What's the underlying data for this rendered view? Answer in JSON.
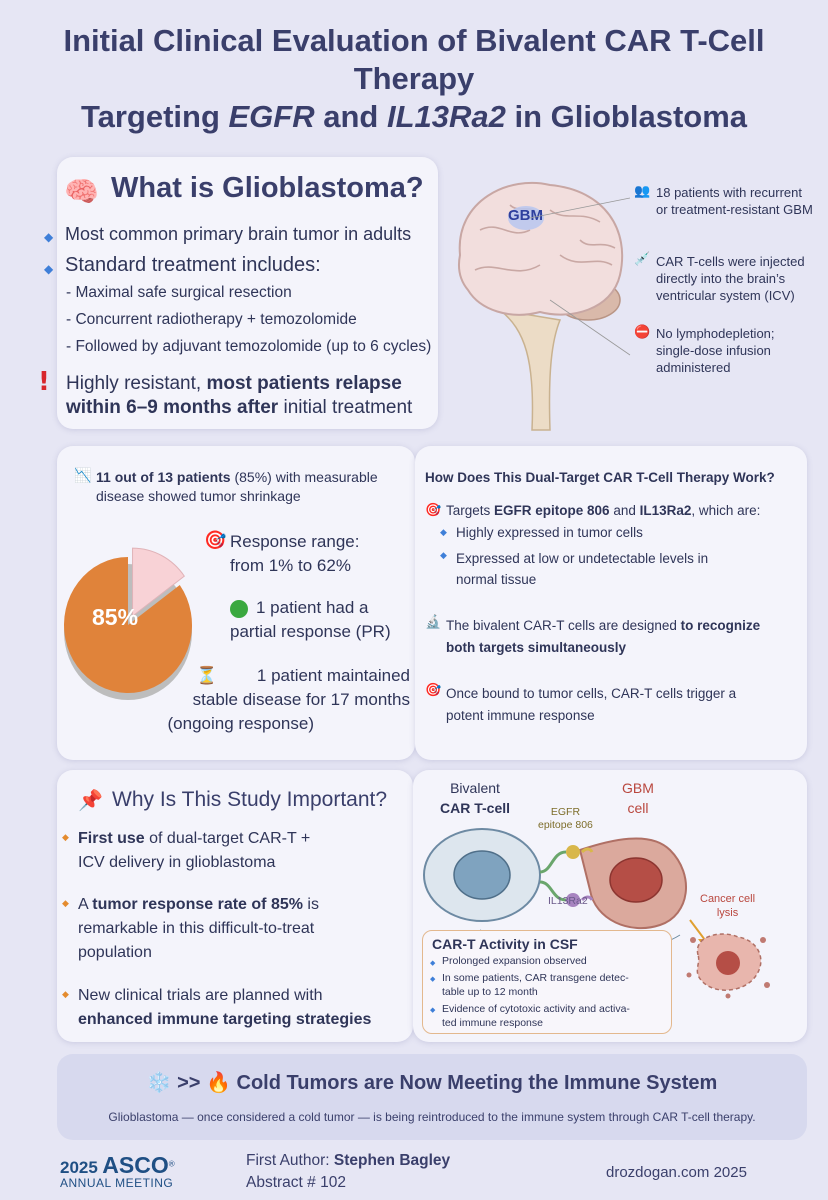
{
  "title": {
    "line1": "Initial Clinical Evaluation of Bivalent CAR T-Cell Therapy",
    "line2_pre": "Targeting ",
    "line2_egfr": "EGFR",
    "line2_and": " and ",
    "line2_il": "IL13Ra2",
    "line2_post": " in Glioblastoma"
  },
  "what": {
    "heading": "What is Glioblastoma?",
    "b1": "Most common primary brain tumor in adults",
    "b2": "Standard treatment includes:",
    "s1": "-  Maximal safe surgical resection",
    "s2": "-  Concurrent radiotherapy + temozolomide",
    "s3": "-  Followed by adjuvant temozolomide (up to 6 cycles)",
    "warn_pre": "Highly resistant, ",
    "warn_bold1": "most patients relapse",
    "warn_bold2": "within 6–9 months after",
    "warn_post": " initial treatment"
  },
  "brain": {
    "label": "GBM",
    "n1": "18 patients with recurrent or treatment-resistant GBM",
    "n2": "CAR T-cells were injected directly into the brain’s ventricular system (ICV)",
    "n3": "No lymphodepletion; single-dose infusion administered"
  },
  "results": {
    "headline_bold": "11 out of 13 patients",
    "headline_rest": " (85%) with measurable",
    "headline_line2": "disease showed tumor shrinkage",
    "pie_value": 85,
    "pie_label": "85%",
    "r1a": "Response range:",
    "r1b": "from 1% to 62%",
    "r2a": "1 patient had a",
    "r2b": "partial response (PR)",
    "r3a": "1 patient maintained",
    "r3b": "stable disease for 17 months",
    "r3c": "(ongoing response)"
  },
  "how": {
    "heading": "How Does This Dual-Target CAR T-Cell Therapy Work?",
    "t1_pre": "Targets ",
    "t1_b1": "EGFR epitope 806",
    "t1_and": " and ",
    "t1_b2": "IL13Ra2",
    "t1_post": ", which are:",
    "t1_s1": "Highly expressed in tumor cells",
    "t1_s2a": "Expressed at low or undetectable levels in",
    "t1_s2b": "normal tissue",
    "t2_pre": "The bivalent CAR-T cells are designed ",
    "t2_b1": "to recognize",
    "t2_b2": "both targets simultaneously",
    "t3a": "Once bound to tumor cells, CAR-T cells trigger a",
    "t3b": "potent immune response"
  },
  "why": {
    "heading": "Why Is This Study Important?",
    "w1_b": "First use",
    "w1_rest": " of dual-target CAR-T +",
    "w1_l2": "ICV delivery in glioblastoma",
    "w2_pre": "A ",
    "w2_b": "tumor response rate of 85%",
    "w2_post": " is",
    "w2_l2": "remarkable in this difficult-to-treat",
    "w2_l3": "population",
    "w3_l1": "New clinical trials are planned with",
    "w3_b": "enhanced immune targeting strategies"
  },
  "diagram": {
    "car_l1": "Bivalent",
    "car_l2": "CAR T-cell",
    "gbm_l1": "GBM",
    "gbm_l2": "cell",
    "egfr_l1": "EGFR",
    "egfr_l2": "epitope 806",
    "il": "IL13Ra2",
    "lysis_l1": "Cancer cell",
    "lysis_l2": "lysis"
  },
  "csf": {
    "heading": "CAR-T Activity in CSF",
    "c1": "Prolonged expansion observed",
    "c2a": "In some patients, CAR transgene detec-",
    "c2b": "table up to 12 month",
    "c3a": "Evidence of cytotoxic activity and activa-",
    "c3b": "ted immune response"
  },
  "cold": {
    "mid": ">>",
    "heading": "Cold Tumors are Now Meeting the Immune System",
    "sub": "Glioblastoma — once considered a cold tumor — is being reintroduced to the immune system through CAR T-cell therapy."
  },
  "footer": {
    "year": "2025",
    "asco": "ASCO",
    "meeting": "ANNUAL MEETING",
    "author_pre": "First Author: ",
    "author": "Stephen Bagley",
    "abstract": "Abstract # 102",
    "site": "drozdogan.com  2025"
  },
  "colors": {
    "accent": "#3a3f6b",
    "orange": "#e0833a",
    "pink": "#f8d2d6",
    "blue_bullet": "#3f7fd8"
  }
}
